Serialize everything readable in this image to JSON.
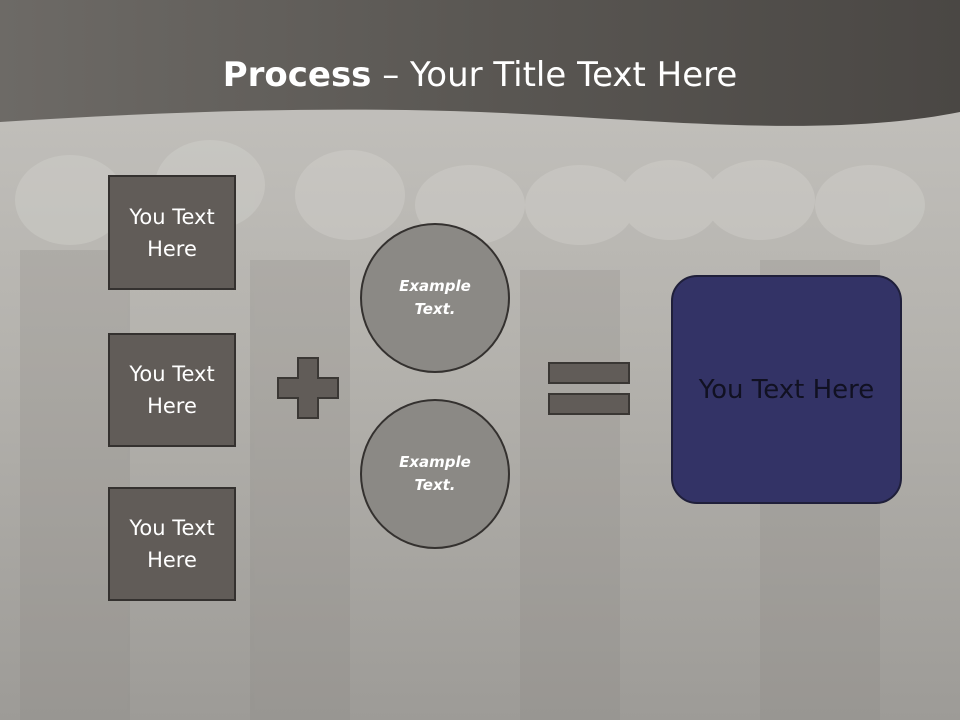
{
  "slide": {
    "title_bold": "Process",
    "title_rest": " – Your Title Text Here"
  },
  "inputs": [
    {
      "label": "You Text Here"
    },
    {
      "label": "You Text Here"
    },
    {
      "label": "You Text Here"
    }
  ],
  "circles": [
    {
      "label": "Example Text."
    },
    {
      "label": "Example Text."
    }
  ],
  "result": {
    "label": "You Text Here"
  },
  "colors": {
    "header_band": "#4a4845",
    "box_fill": "#615c58",
    "circle_fill": "#8b8985",
    "result_fill": "#333366",
    "symbol_fill": "#615c58"
  }
}
